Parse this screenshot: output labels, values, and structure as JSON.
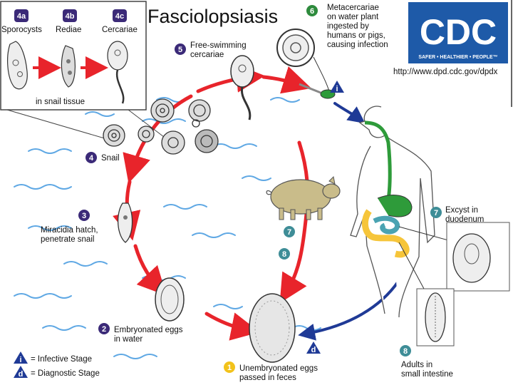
{
  "slide": {
    "title": "Fasciolopsiasis"
  },
  "inset": {
    "stages": [
      {
        "badge": "4a",
        "label": "Sporocysts"
      },
      {
        "badge": "4b",
        "label": "Rediae"
      },
      {
        "badge": "4c",
        "label": "Cercariae"
      }
    ],
    "caption": "in snail tissue"
  },
  "cdc": {
    "logo_text": "CDC",
    "tagline": "SAFER • HEALTHIER • PEOPLE™",
    "url": "http://www.dpd.cdc.gov/dpdx"
  },
  "steps": {
    "s6": {
      "badge": "6",
      "lines": [
        "Metacercariae",
        "on water plant",
        "ingested by",
        "humans or pigs,",
        "causing infection"
      ]
    },
    "s5": {
      "badge": "5",
      "lines": [
        "Free-swimming",
        "cercariae"
      ]
    },
    "s4": {
      "badge": "4",
      "lines": [
        "Snail"
      ]
    },
    "s3": {
      "badge": "3",
      "lines": [
        "Miracidia hatch,",
        "penetrate snail"
      ]
    },
    "s2": {
      "badge": "2",
      "lines": [
        "Embryonated eggs",
        "in water"
      ]
    },
    "s1": {
      "badge": "1",
      "lines": [
        "Unembryonated eggs",
        "passed in feces"
      ]
    },
    "s7a": {
      "badge": "7"
    },
    "s8a": {
      "badge": "8"
    },
    "s7b": {
      "badge": "7",
      "lines": [
        "Excyst in",
        "duodenum"
      ]
    },
    "s8b": {
      "badge": "8",
      "lines": [
        "Adults in",
        "small intestine"
      ]
    }
  },
  "markers": {
    "infective": "i",
    "diagnostic": "d"
  },
  "legend": {
    "infective": {
      "badge": "i",
      "text": "= Infective Stage"
    },
    "diagnostic": {
      "badge": "d",
      "text": "= Diagnostic Stage"
    }
  },
  "colors": {
    "badge_purple": "#3b2a78",
    "badge_teal": "#3e8d97",
    "badge_yellow": "#f2c21a",
    "badge_green": "#2e8b3d",
    "cycle_red": "#e8242b",
    "human_path_blue": "#1f3a96",
    "water_blue": "#5fa8e4",
    "cdc_blue": "#1e5aa8",
    "pig_tan": "#c9bc8a",
    "stomach_green": "#2e9b3a",
    "intestine_yellow": "#f6c53a",
    "intestine_teal": "#4aa3b2"
  }
}
